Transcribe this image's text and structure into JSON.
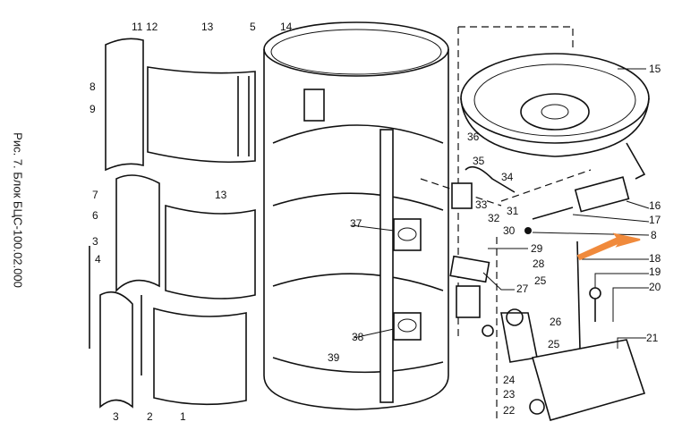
{
  "caption": "Рис. 7. Блок БЦС-100.02.000",
  "accent_arrow_color": "#f08a3c",
  "labels": [
    "11",
    "12",
    "13",
    "5",
    "14",
    "15",
    "8",
    "9",
    "7",
    "6",
    "13",
    "3",
    "4",
    "3",
    "2",
    "1",
    "36",
    "35",
    "34",
    "33",
    "32",
    "31",
    "30",
    "16",
    "17",
    "8",
    "18",
    "19",
    "20",
    "21",
    "29",
    "28",
    "25",
    "27",
    "26",
    "25",
    "24",
    "23",
    "22",
    "37",
    "38",
    "39"
  ]
}
